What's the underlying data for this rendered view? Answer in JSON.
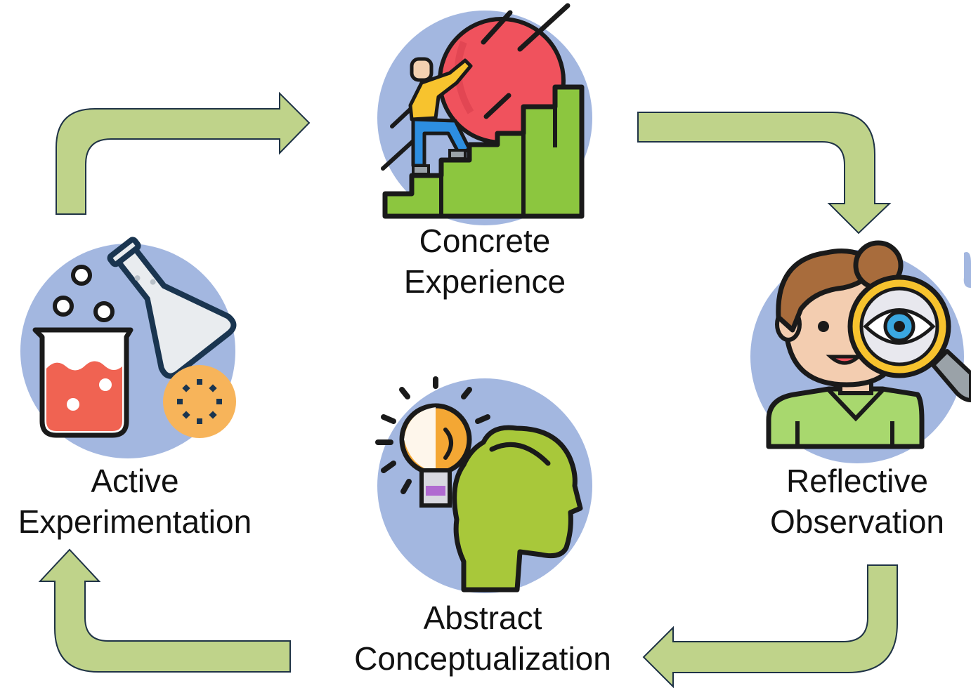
{
  "stages": {
    "concrete": {
      "line1": "Concrete",
      "line2": "Experience",
      "icon": "climbing-stairs-icon"
    },
    "reflective": {
      "line1": "Reflective",
      "line2": "Observation",
      "icon": "magnifying-glass-observer-icon"
    },
    "abstract": {
      "line1": "Abstract",
      "line2": "Conceptualization",
      "icon": "lightbulb-head-icon"
    },
    "active": {
      "line1": "Active",
      "line2": "Experimentation",
      "icon": "lab-flask-icon"
    }
  },
  "colors": {
    "arrow_fill": "#bfd38a",
    "arrow_stroke": "#1f3346",
    "icon_circle": "#a3b7e0",
    "outline": "#1a1a1a"
  }
}
